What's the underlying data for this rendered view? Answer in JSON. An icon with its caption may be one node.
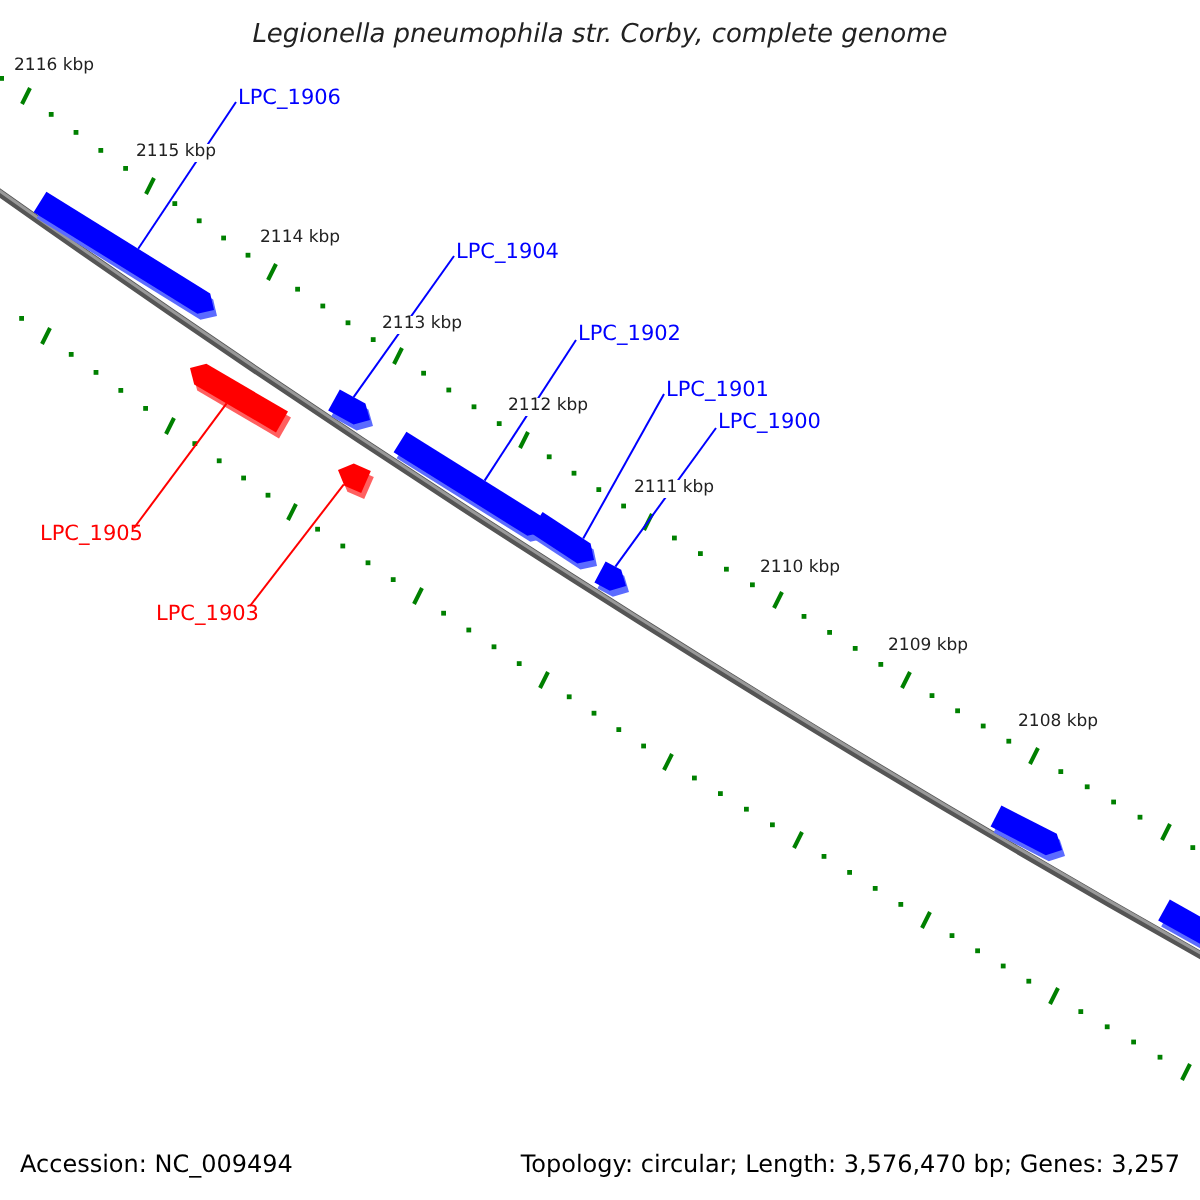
{
  "diagram": {
    "title": "Legionella pneumophila str. Corby, complete genome",
    "nodes": [
      {
        "text": [
          "LPC_1906"
        ]
      },
      {
        "text": [],
        "shape": "bar"
      },
      {
        "text": [
          "LPC_1904"
        ]
      },
      {
        "text": [],
        "shape": "bar"
      },
      {
        "text": [
          "LPC_1902"
        ]
      },
      {
        "text": [],
        "shape": "bar"
      },
      {
        "text": [
          "LPC_1901"
        ]
      },
      {
        "text": [],
        "shape": "bar"
      },
      {
        "text": [
          "LPC_1900"
        ]
      },
      {
        "text": [],
        "shape": "bar"
      },
      {
        "text": [
          "LPC_1905"
        ]
      },
      {
        "text": [],
        "shape": "bar"
      },
      {
        "text": [
          "LPC_1903"
        ]
      },
      {
        "text": [],
        "shape": "bar"
      },
      {
        "text": [],
        "shape": "bar"
      },
      {
        "text": [],
        "shape": "bar"
      }
    ],
    "edges": [
      {
        "from": 0,
        "to": 1,
        "arrow": "none"
      },
      {
        "from": 2,
        "to": 3,
        "arrow": "none"
      },
      {
        "from": 4,
        "to": 5,
        "arrow": "none"
      },
      {
        "from": 6,
        "to": 7,
        "arrow": "none"
      },
      {
        "from": 8,
        "to": 9,
        "arrow": "none"
      },
      {
        "from": 10,
        "to": 11,
        "arrow": "none",
        "color": "#ff0000"
      },
      {
        "from": 12,
        "to": 13,
        "arrow": "none",
        "color": "#ff0000"
      }
    ],
    "labels": [
      "2116 kbp",
      "2115 kbp",
      "2114 kbp",
      "2113 kbp",
      "2112 kbp",
      "2111 kbp",
      "2110 kbp",
      "2109 kbp",
      "2108 kbp",
      "Accession: NC_009494",
      "Topology: circular; Length: 3,576,470 bp; Genes: 3,257"
    ]
  }
}
